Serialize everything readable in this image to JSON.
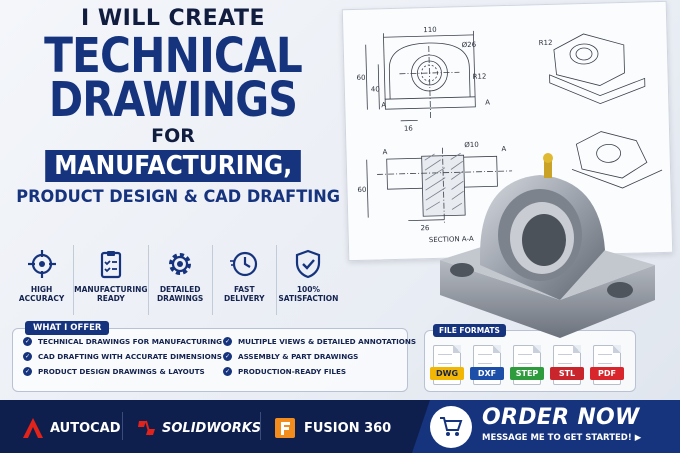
{
  "headline": {
    "line1": "I WILL CREATE",
    "line2": "TECHNICAL",
    "line3": "DRAWINGS",
    "line4": "FOR",
    "line5": "MANUFACTURING,",
    "line6": "PRODUCT DESIGN & CAD DRAFTING"
  },
  "features": [
    {
      "icon": "crosshair-icon",
      "label1": "HIGH",
      "label2": "ACCURACY"
    },
    {
      "icon": "clipboard-check-icon",
      "label1": "MANUFACTURING",
      "label2": "READY"
    },
    {
      "icon": "gear-icon",
      "label1": "DETAILED",
      "label2": "DRAWINGS"
    },
    {
      "icon": "clock-icon",
      "label1": "FAST",
      "label2": "DELIVERY"
    },
    {
      "icon": "shield-check-icon",
      "label1": "100%",
      "label2": "SATISFACTION"
    }
  ],
  "offer": {
    "title": "WHAT I OFFER",
    "items": [
      "TECHNICAL DRAWINGS FOR MANUFACTURING",
      "MULTIPLE VIEWS & DETAILED ANNOTATIONS",
      "CAD DRAFTING WITH ACCURATE DIMENSIONS",
      "ASSEMBLY & PART DRAWINGS",
      "PRODUCT DESIGN DRAWINGS & LAYOUTS",
      "PRODUCTION-READY FILES"
    ]
  },
  "formats": {
    "title": "FILE FORMATS",
    "files": [
      {
        "label": "DWG",
        "color": "#f2b705",
        "text_color": "#14234f"
      },
      {
        "label": "DXF",
        "color": "#1e4fa8",
        "text_color": "#ffffff"
      },
      {
        "label": "STEP",
        "color": "#2e9b3c",
        "text_color": "#ffffff"
      },
      {
        "label": "STL",
        "color": "#c8262c",
        "text_color": "#ffffff"
      },
      {
        "label": "PDF",
        "color": "#d8262c",
        "text_color": "#ffffff"
      }
    ]
  },
  "drawing": {
    "dims": {
      "width_top": "110",
      "hole_top": "Ø26",
      "r_top": "R12",
      "r_iso": "R12",
      "h_60": "60",
      "h_40": "40",
      "w_16": "16",
      "hole_mid": "Ø10",
      "h_60b": "60",
      "w_26": "26",
      "sect_a1": "A",
      "sect_a2": "A",
      "sect_a3": "A",
      "sect_a4": "A",
      "section": "SECTION A-A"
    }
  },
  "software": [
    {
      "name": "AUTOCAD",
      "icon": "autocad-icon",
      "color": "#e2231a"
    },
    {
      "name": "SOLIDWORKS",
      "icon": "solidworks-icon",
      "color": "#e2231a"
    },
    {
      "name": "FUSION 360",
      "icon": "fusion360-icon",
      "color": "#f28c1c"
    }
  ],
  "cta": {
    "title": "ORDER NOW",
    "subtitle": "MESSAGE ME TO GET STARTED! ▶"
  },
  "colors": {
    "navy": "#16337e",
    "dark_navy": "#0f1f4d"
  }
}
